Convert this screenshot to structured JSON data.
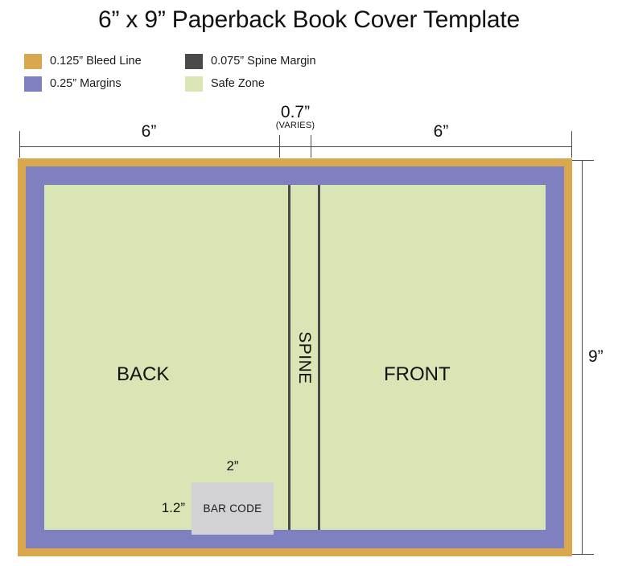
{
  "title": "6” x 9” Paperback Book Cover Template",
  "legend": {
    "items": [
      {
        "label": "0.125” Bleed Line",
        "color": "#d9a84e",
        "swatch_name": "bleed-line-swatch"
      },
      {
        "label": "0.075” Spine Margin",
        "color": "#4a4a4a",
        "swatch_name": "spine-margin-swatch"
      },
      {
        "label": "0.25” Margins",
        "color": "#7f80bf",
        "swatch_name": "margins-swatch"
      },
      {
        "label": "Safe Zone",
        "color": "#d9e5b4",
        "swatch_name": "safe-zone-swatch"
      }
    ]
  },
  "dimensions": {
    "back_width": "6”",
    "front_width": "6”",
    "spine_width": "0.7”",
    "spine_note": "(VARIES)",
    "height": "9”"
  },
  "panels": {
    "back": "BACK",
    "spine": "SPINE",
    "front": "FRONT"
  },
  "barcode": {
    "label": "BAR CODE",
    "width": "2”",
    "height": "1.2”"
  },
  "chart_data": {
    "type": "diagram",
    "title": "6” x 9” Paperback Book Cover Template",
    "regions": [
      {
        "name": "bleed",
        "label": "0.125” Bleed Line",
        "color": "#d9a84e",
        "inset_in": 0.0
      },
      {
        "name": "margins",
        "label": "0.25” Margins",
        "color": "#7f80bf",
        "inset_in": 0.125
      },
      {
        "name": "safe_zone",
        "label": "Safe Zone",
        "color": "#d9e5b4",
        "inset_in": 0.375
      },
      {
        "name": "spine_margin",
        "label": "0.075” Spine Margin",
        "color": "#4a4a4a",
        "inset_in": 0.075
      }
    ],
    "panel_widths_in": {
      "back": 6,
      "spine": 0.7,
      "front": 6
    },
    "total_height_in": 9,
    "barcode_in": {
      "width": 2,
      "height": 1.2
    }
  }
}
